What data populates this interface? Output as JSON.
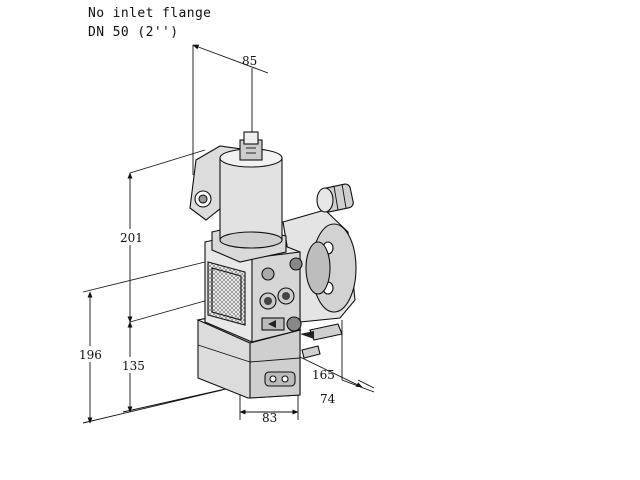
{
  "notes": {
    "line1": "No inlet flange",
    "line2": "DN 50 (2'')"
  },
  "dimensions": {
    "top_width": "85",
    "upper_height": "201",
    "total_height": "196",
    "lower_height": "135",
    "depth_a": "165",
    "depth_b": "74",
    "bottom_width": "83"
  }
}
